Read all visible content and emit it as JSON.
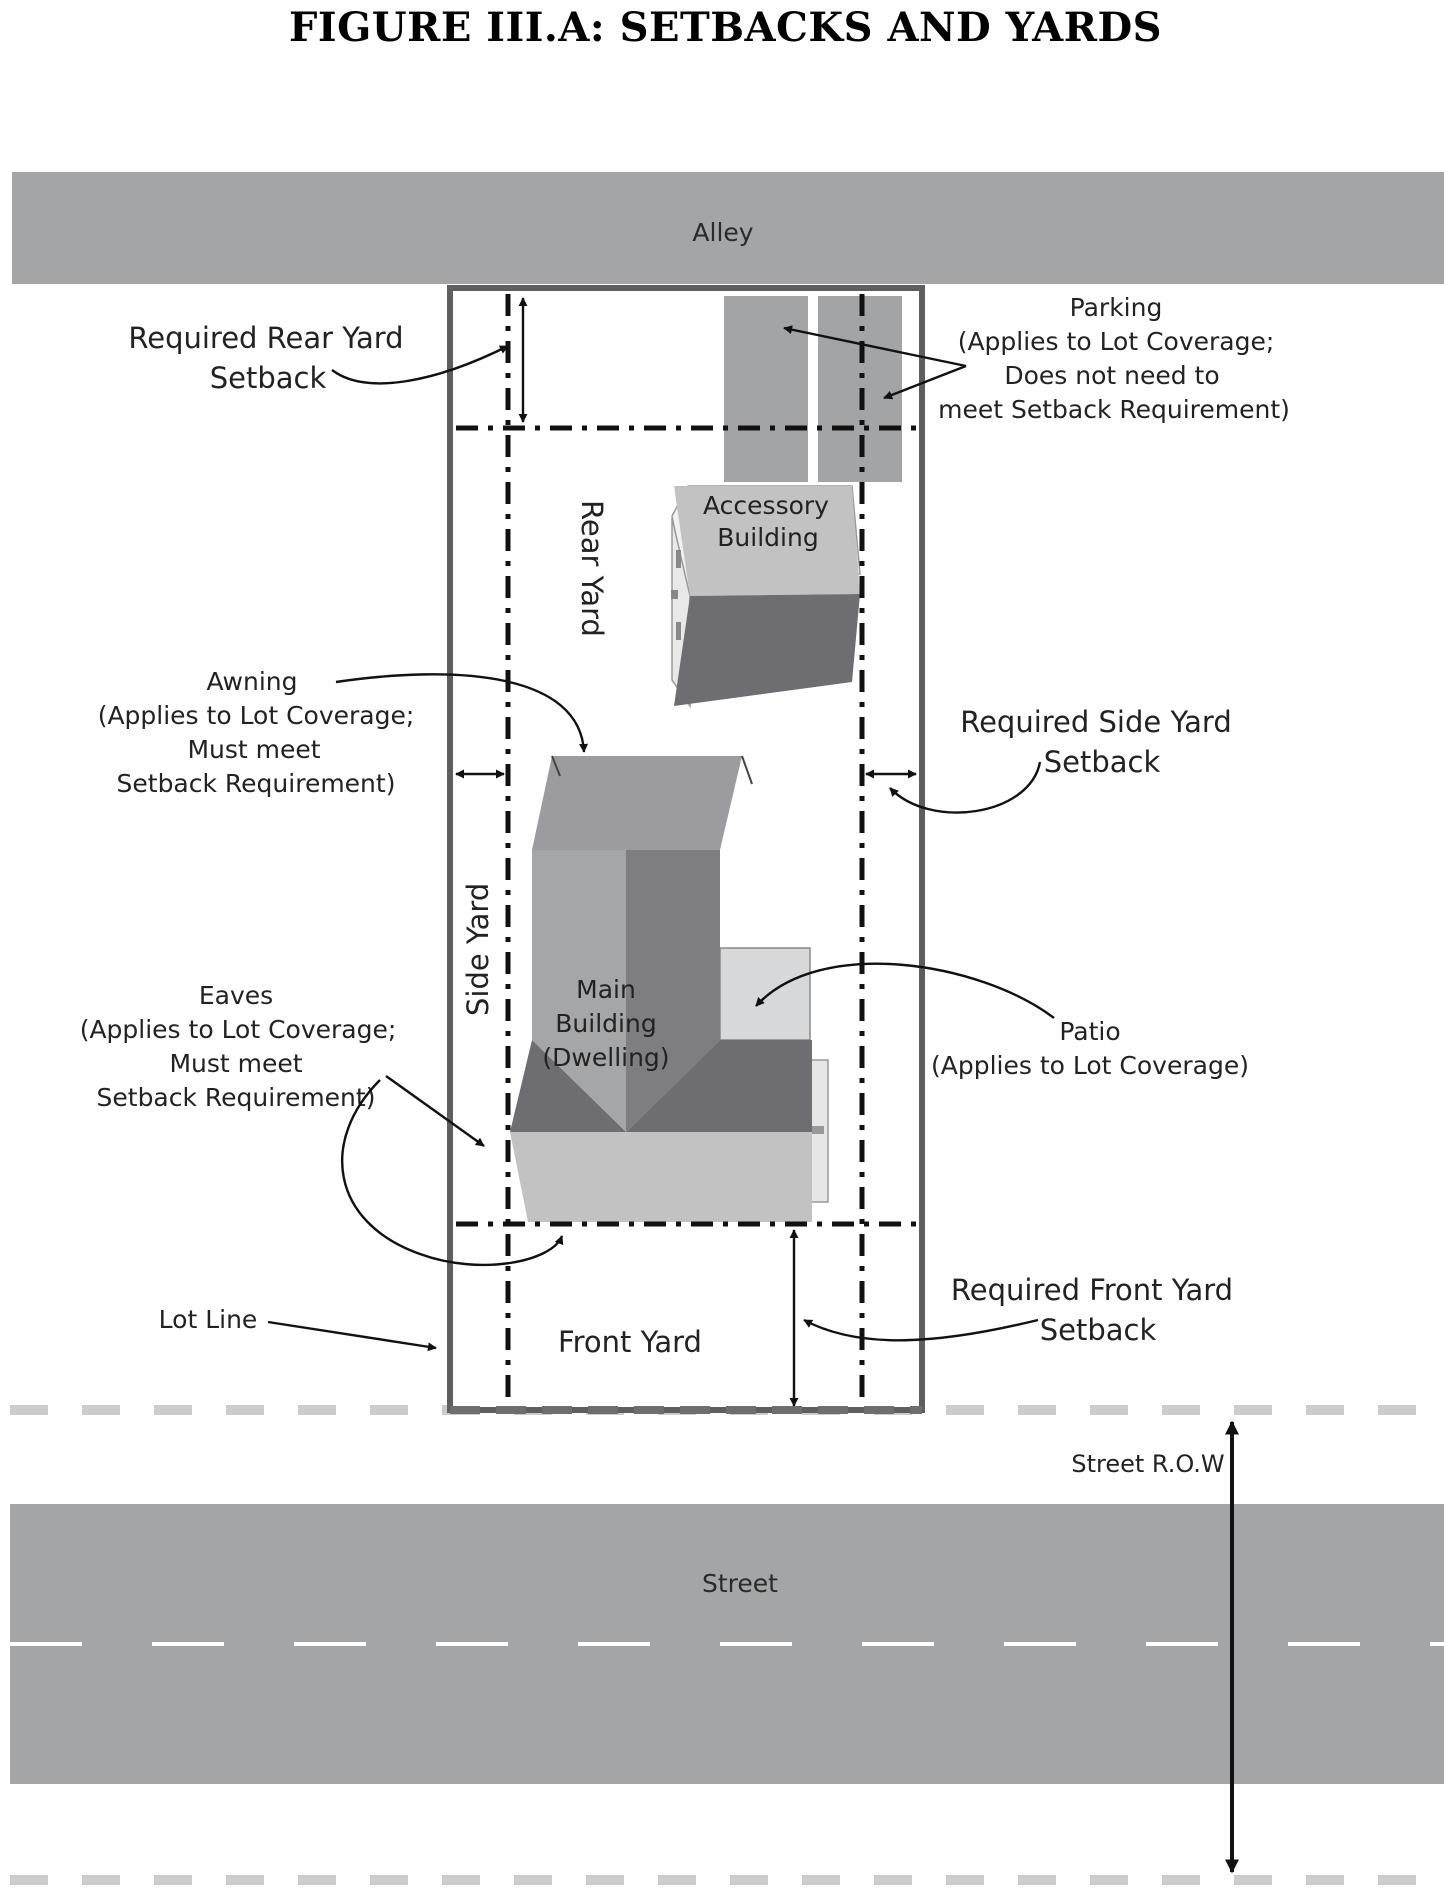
{
  "title": "FIGURE III.A: SETBACKS AND YARDS",
  "roads": {
    "alley": "Alley",
    "street": "Street",
    "street_row": "Street R.O.W"
  },
  "yards": {
    "rear_yard": "Rear Yard",
    "side_yard": "Side Yard",
    "front_yard": "Front Yard"
  },
  "buildings": {
    "accessory": [
      "Accessory",
      "Building"
    ],
    "main": [
      "Main",
      "Building",
      "(Dwelling)"
    ]
  },
  "callouts": {
    "required_rear_yard_setback": [
      "Required Rear Yard",
      "Setback"
    ],
    "parking": [
      "Parking",
      "(Applies to Lot Coverage;",
      "Does not need to",
      "meet Setback Requirement)"
    ],
    "awning": [
      "Awning",
      "(Applies to Lot Coverage;",
      "Must meet",
      "Setback Requirement)"
    ],
    "required_side_yard_setback": [
      "Required Side Yard",
      "Setback"
    ],
    "eaves": [
      "Eaves",
      "(Applies to Lot Coverage;",
      "Must meet",
      "Setback Requirement)"
    ],
    "patio": [
      "Patio",
      "(Applies to Lot Coverage)"
    ],
    "lot_line": "Lot Line",
    "required_front_yard_setback": [
      "Required Front Yard",
      "Setback"
    ]
  },
  "colors": {
    "road": "#a3a5a7",
    "lane_marking": "#ffffff",
    "row_dash": "#cccccc",
    "lot_line": "#5e5e60",
    "parking": "#a2a4a6",
    "roof_light": "#c2c2c3",
    "roof_mid": "#9c9ca0",
    "roof_dark": "#6e6e72",
    "patio": "#d7d8d9"
  }
}
